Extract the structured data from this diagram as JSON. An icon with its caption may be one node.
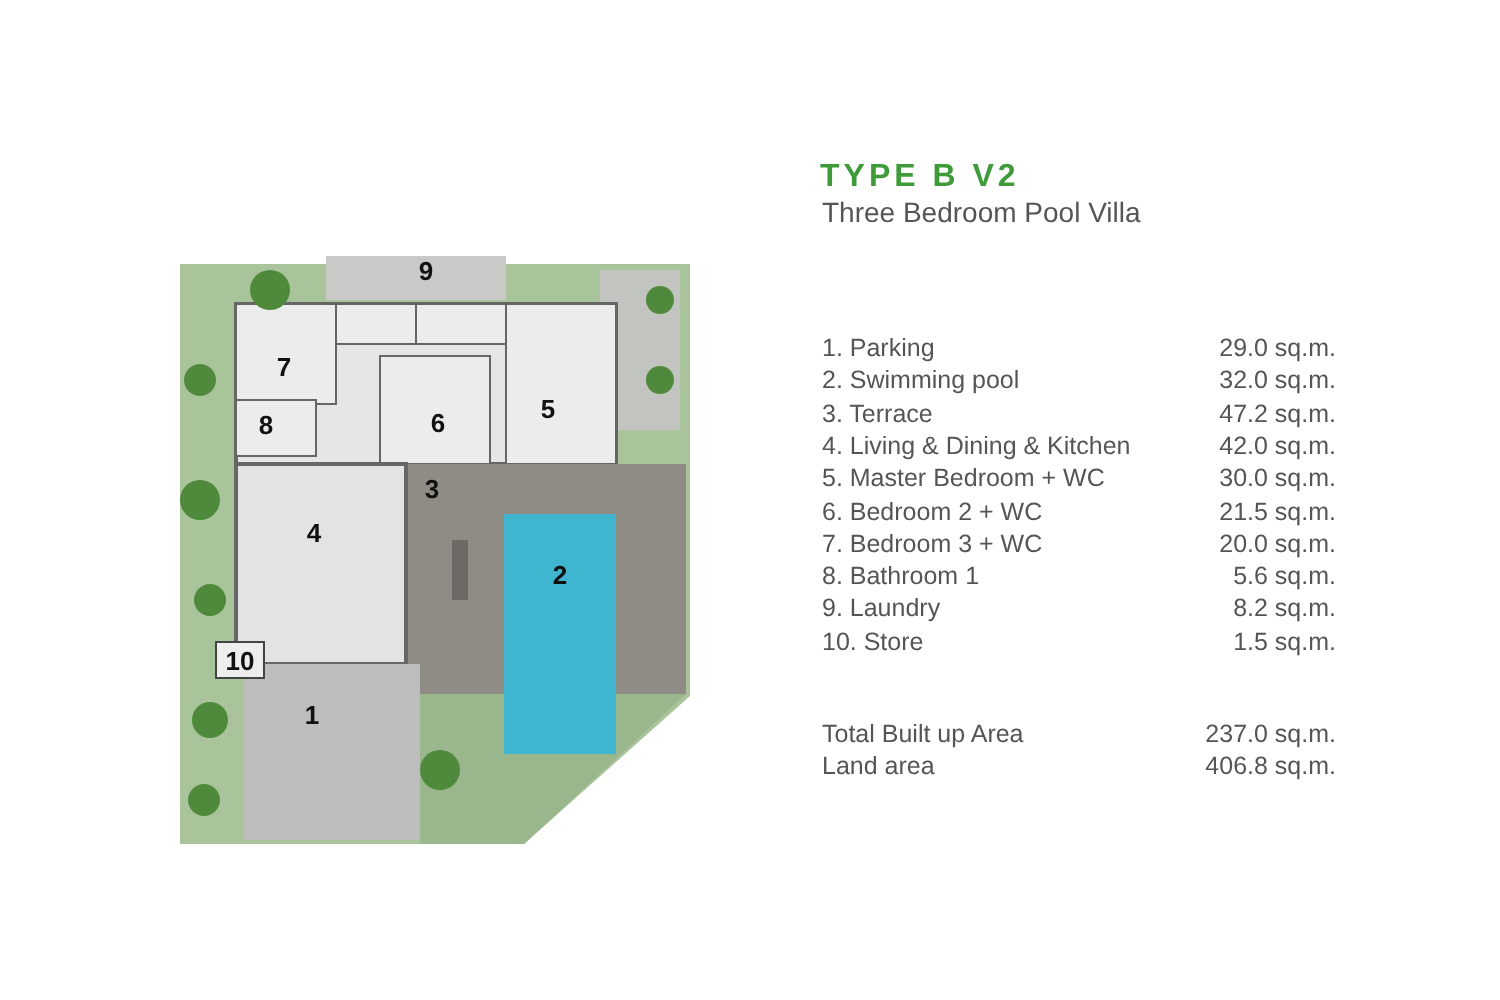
{
  "diagram": {
    "title": "TYPE B V2",
    "labels": [
      "Three Bedroom Pool Villa",
      "9",
      "7",
      "6",
      "5",
      "8",
      "3",
      "4",
      "2",
      "10",
      "1",
      "1. Parking",
      "29.0 sq.m.",
      "2. Swimming pool",
      "32.0 sq.m.",
      "3. Terrace",
      "47.2 sq.m.",
      "4. Living & Dining & Kitchen",
      "42.0 sq.m.",
      "5. Master Bedroom + WC",
      "30.0 sq.m.",
      "6. Bedroom 2 + WC",
      "21.5 sq.m.",
      "7. Bedroom 3 + WC",
      "20.0 sq.m.",
      "8. Bathroom 1",
      "5.6 sq.m.",
      "9. Laundry",
      "8.2 sq.m.",
      "10. Store",
      "1.5 sq.m.",
      "Total Built up Area",
      "237.0 sq.m.",
      "Land area",
      "406.8 sq.m."
    ]
  }
}
